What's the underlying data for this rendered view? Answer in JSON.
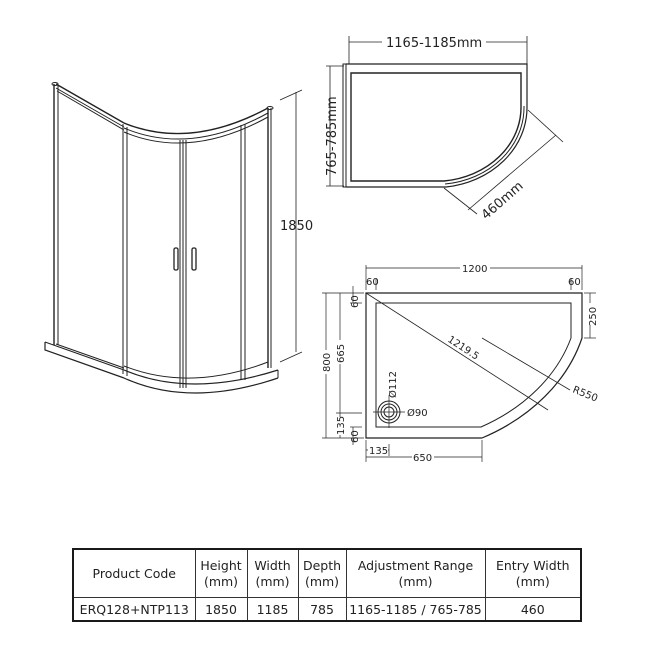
{
  "enclosure_view": {
    "height_label": "1850"
  },
  "plan_view": {
    "width_label": "1165-1185mm",
    "depth_label": "765-785mm",
    "entry_label": "460mm"
  },
  "tray_view": {
    "overall_width": "1200",
    "left_margin_top": "60",
    "right_margin_top": "60",
    "top_margin_side": "60",
    "right_straight": "250",
    "overall_depth": "800",
    "inner_depth": "665",
    "waste_offset_y": "135",
    "bottom_margin_side": "60",
    "diagonal": "1219.5",
    "radius": "R550",
    "waste_outer": "Ø112",
    "waste_inner": "Ø90",
    "waste_offset_x": "135",
    "straight_bottom": "650"
  },
  "spec_table": {
    "headers": [
      {
        "line1": "Product Code",
        "line2": ""
      },
      {
        "line1": "Height",
        "line2": "(mm)"
      },
      {
        "line1": "Width",
        "line2": "(mm)"
      },
      {
        "line1": "Depth",
        "line2": "(mm)"
      },
      {
        "line1": "Adjustment Range",
        "line2": "(mm)"
      },
      {
        "line1": "Entry Width",
        "line2": "(mm)"
      }
    ],
    "rows": [
      [
        "ERQ128+NTP113",
        "1850",
        "1185",
        "785",
        "1165-1185 / 765-785",
        "460"
      ]
    ]
  },
  "colors": {
    "line": "#222222",
    "background": "#ffffff"
  }
}
